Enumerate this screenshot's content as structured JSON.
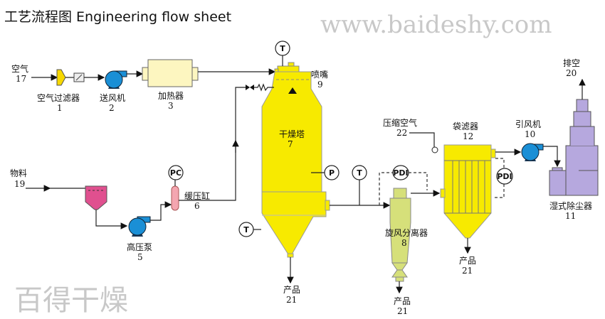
{
  "title": "工艺流程图 Engineering flow sheet",
  "watermark": {
    "brand": "百得干燥",
    "url": "www.baideshy.com"
  },
  "colors": {
    "yellow": "#f7ea00",
    "blue": "#1a8fd6",
    "pink": "#e0508f",
    "green": "#d6e07a",
    "purple": "#b6a8de",
    "heater": "#fdf6c0"
  },
  "streams": {
    "air": {
      "name": "空气",
      "num": "17"
    },
    "feed": {
      "name": "物料",
      "num": "19"
    },
    "exhaust": {
      "name": "排空",
      "num": "20"
    },
    "product1": {
      "name": "产品",
      "num": "21"
    },
    "product2": {
      "name": "产品",
      "num": "21"
    },
    "product3": {
      "name": "产品",
      "num": "21"
    },
    "compressed_air": {
      "name": "压缩空气",
      "num": "22"
    }
  },
  "equipment": {
    "air_filter": {
      "name": "空气过滤器",
      "num": "1"
    },
    "blower": {
      "name": "送风机",
      "num": "2"
    },
    "heater": {
      "name": "加热器",
      "num": "3"
    },
    "hp_pump": {
      "name": "高压泵",
      "num": "5"
    },
    "buffer_tank": {
      "name": "缓压缸",
      "num": "6"
    },
    "dryer": {
      "name": "干燥塔",
      "num": "7"
    },
    "cyclone": {
      "name": "旋风分离器",
      "num": "8"
    },
    "nozzle": {
      "name": "喷嘴",
      "num": "9"
    },
    "id_fan": {
      "name": "引风机",
      "num": "10"
    },
    "scrubber": {
      "name": "湿式除尘器",
      "num": "11"
    },
    "bag_filter": {
      "name": "袋滤器",
      "num": "12"
    }
  },
  "instruments": {
    "t": "T",
    "p": "P",
    "pc": "PC",
    "pdi": "PDI"
  }
}
